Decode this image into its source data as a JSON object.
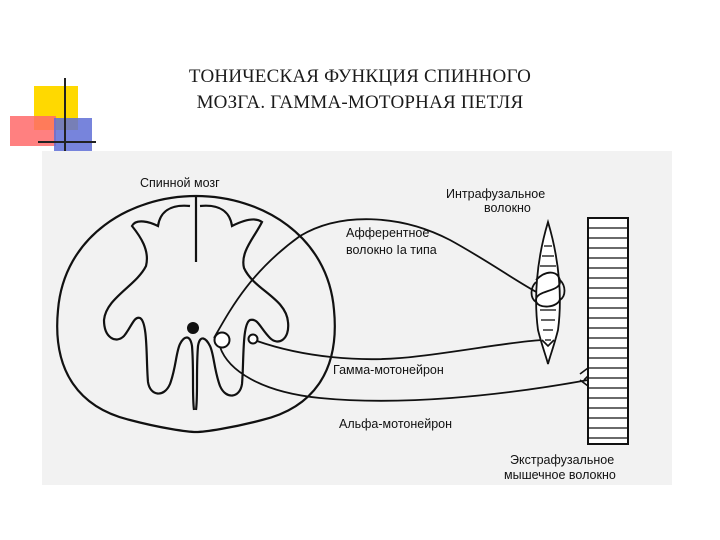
{
  "slide": {
    "title_line1": "ТОНИЧЕСКАЯ ФУНКЦИЯ СПИННОГО",
    "title_line2": "МОЗГА. ГАММА-МОТОРНАЯ ПЕТЛЯ"
  },
  "diagram": {
    "labels": {
      "spinal_cord": "Спинной мозг",
      "intrafusal_line1": "Интрафузальное",
      "intrafusal_line2": "волокно",
      "afferent_line1": "Афферентное",
      "afferent_line2": "волокно Ia типа",
      "gamma_motoneuron": "Гамма-мотонейрон",
      "alpha_motoneuron": "Альфа-мотонейрон",
      "extrafusal_line1": "Экстрафузальное",
      "extrafusal_line2": "мышечное волокно"
    }
  },
  "colors": {
    "ornament_yellow": "#ffd900",
    "ornament_red": "#ff6a6a",
    "ornament_blue": "#5f6fd6",
    "figure_background": "#f2f2f2"
  }
}
